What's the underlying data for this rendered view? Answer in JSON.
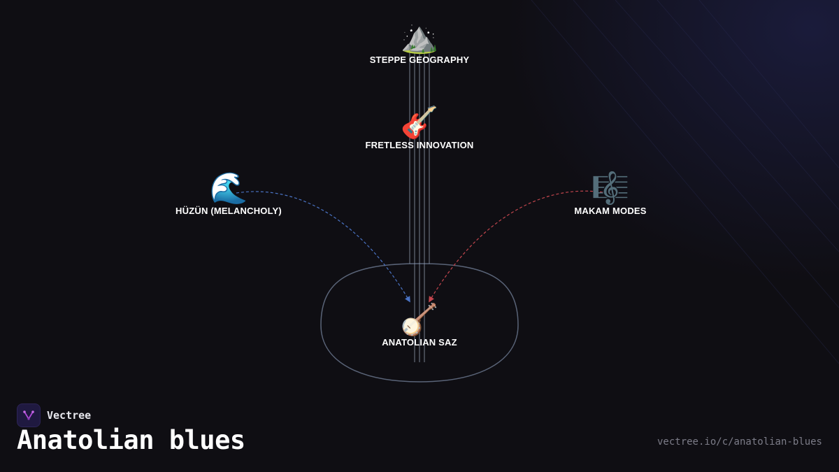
{
  "brand": {
    "name": "Vectree"
  },
  "title": "Anatolian blues",
  "url": "vectree.io/c/anatolian-blues",
  "nodes": {
    "steppe": {
      "emoji": "⛰️",
      "label": "STEPPE GEOGRAPHY"
    },
    "fretless": {
      "emoji": "🎸",
      "label": "FRETLESS INNOVATION"
    },
    "huzun": {
      "emoji": "🌊",
      "label": "HÜZÜN (MELANCHOLY)"
    },
    "makam": {
      "emoji": "🎼",
      "label": "MAKAM MODES"
    },
    "saz": {
      "emoji": "🪕",
      "label": "ANATOLIAN SAZ"
    }
  },
  "colors": {
    "background": "#0f0e13",
    "strings": "#9aa3b5",
    "body_outline": "#5a6478",
    "huzun_link": "#4a73c4",
    "makam_link": "#c4464e",
    "logo_accent": "#b04ad8"
  }
}
